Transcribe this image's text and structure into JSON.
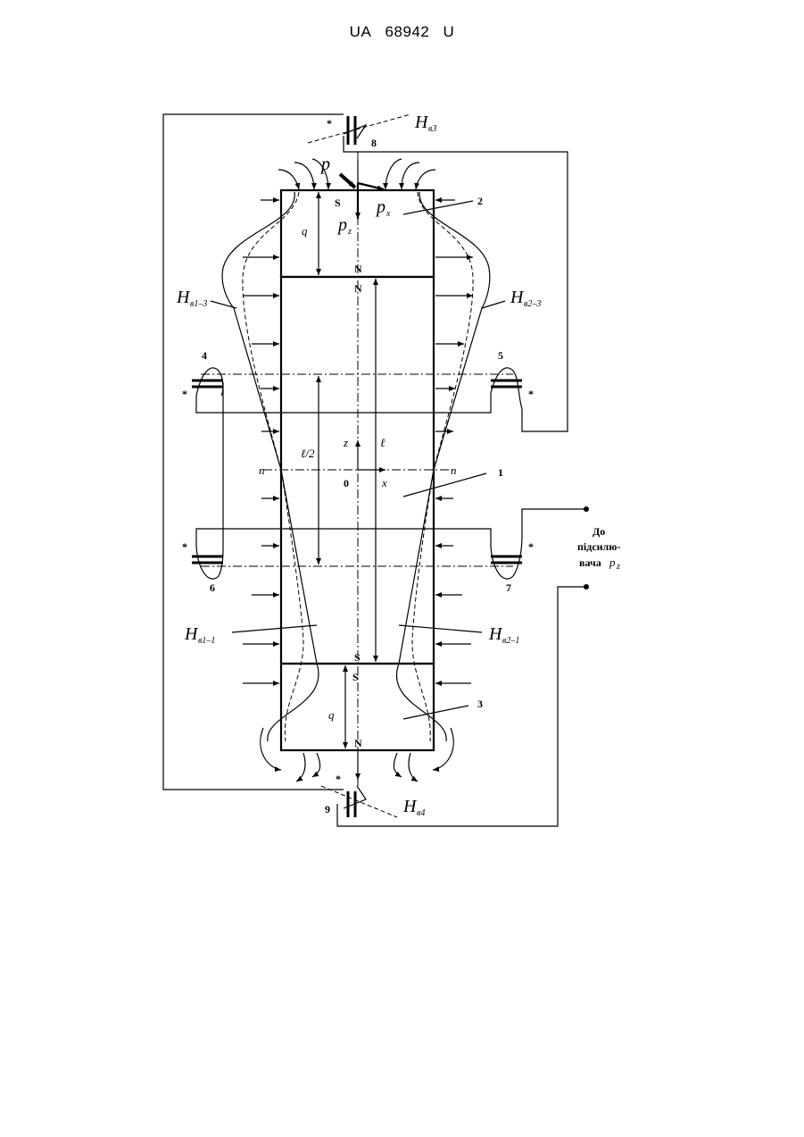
{
  "header": {
    "country": "UA",
    "number": "68942",
    "kind": "U"
  },
  "diagram": {
    "part_numbers": [
      "1",
      "2",
      "3",
      "4",
      "5",
      "6",
      "7",
      "8",
      "9"
    ],
    "poles": {
      "south": "S",
      "north": "N"
    },
    "symbols": {
      "force": "p",
      "force_x": "p",
      "force_x_sub": "x",
      "force_z": "p",
      "force_z_sub": "z",
      "gap": "q",
      "length": "ℓ",
      "half_length": "ℓ/2",
      "axis_z": "z",
      "axis_x": "x",
      "origin": "0",
      "neutral": "n"
    },
    "field_labels": {
      "h_letter": "H",
      "hv3_sub": "в3",
      "hv4_sub": "в4",
      "hv13_sub": "в1–3",
      "hv23_sub": "в2–3",
      "hv11_sub": "в1–1",
      "hv21_sub": "в2–1"
    },
    "output": {
      "line1": "До",
      "line2": "підсилю-",
      "line3": "вача",
      "symbol": "p",
      "symbol_sub": "z"
    },
    "star": "*"
  }
}
